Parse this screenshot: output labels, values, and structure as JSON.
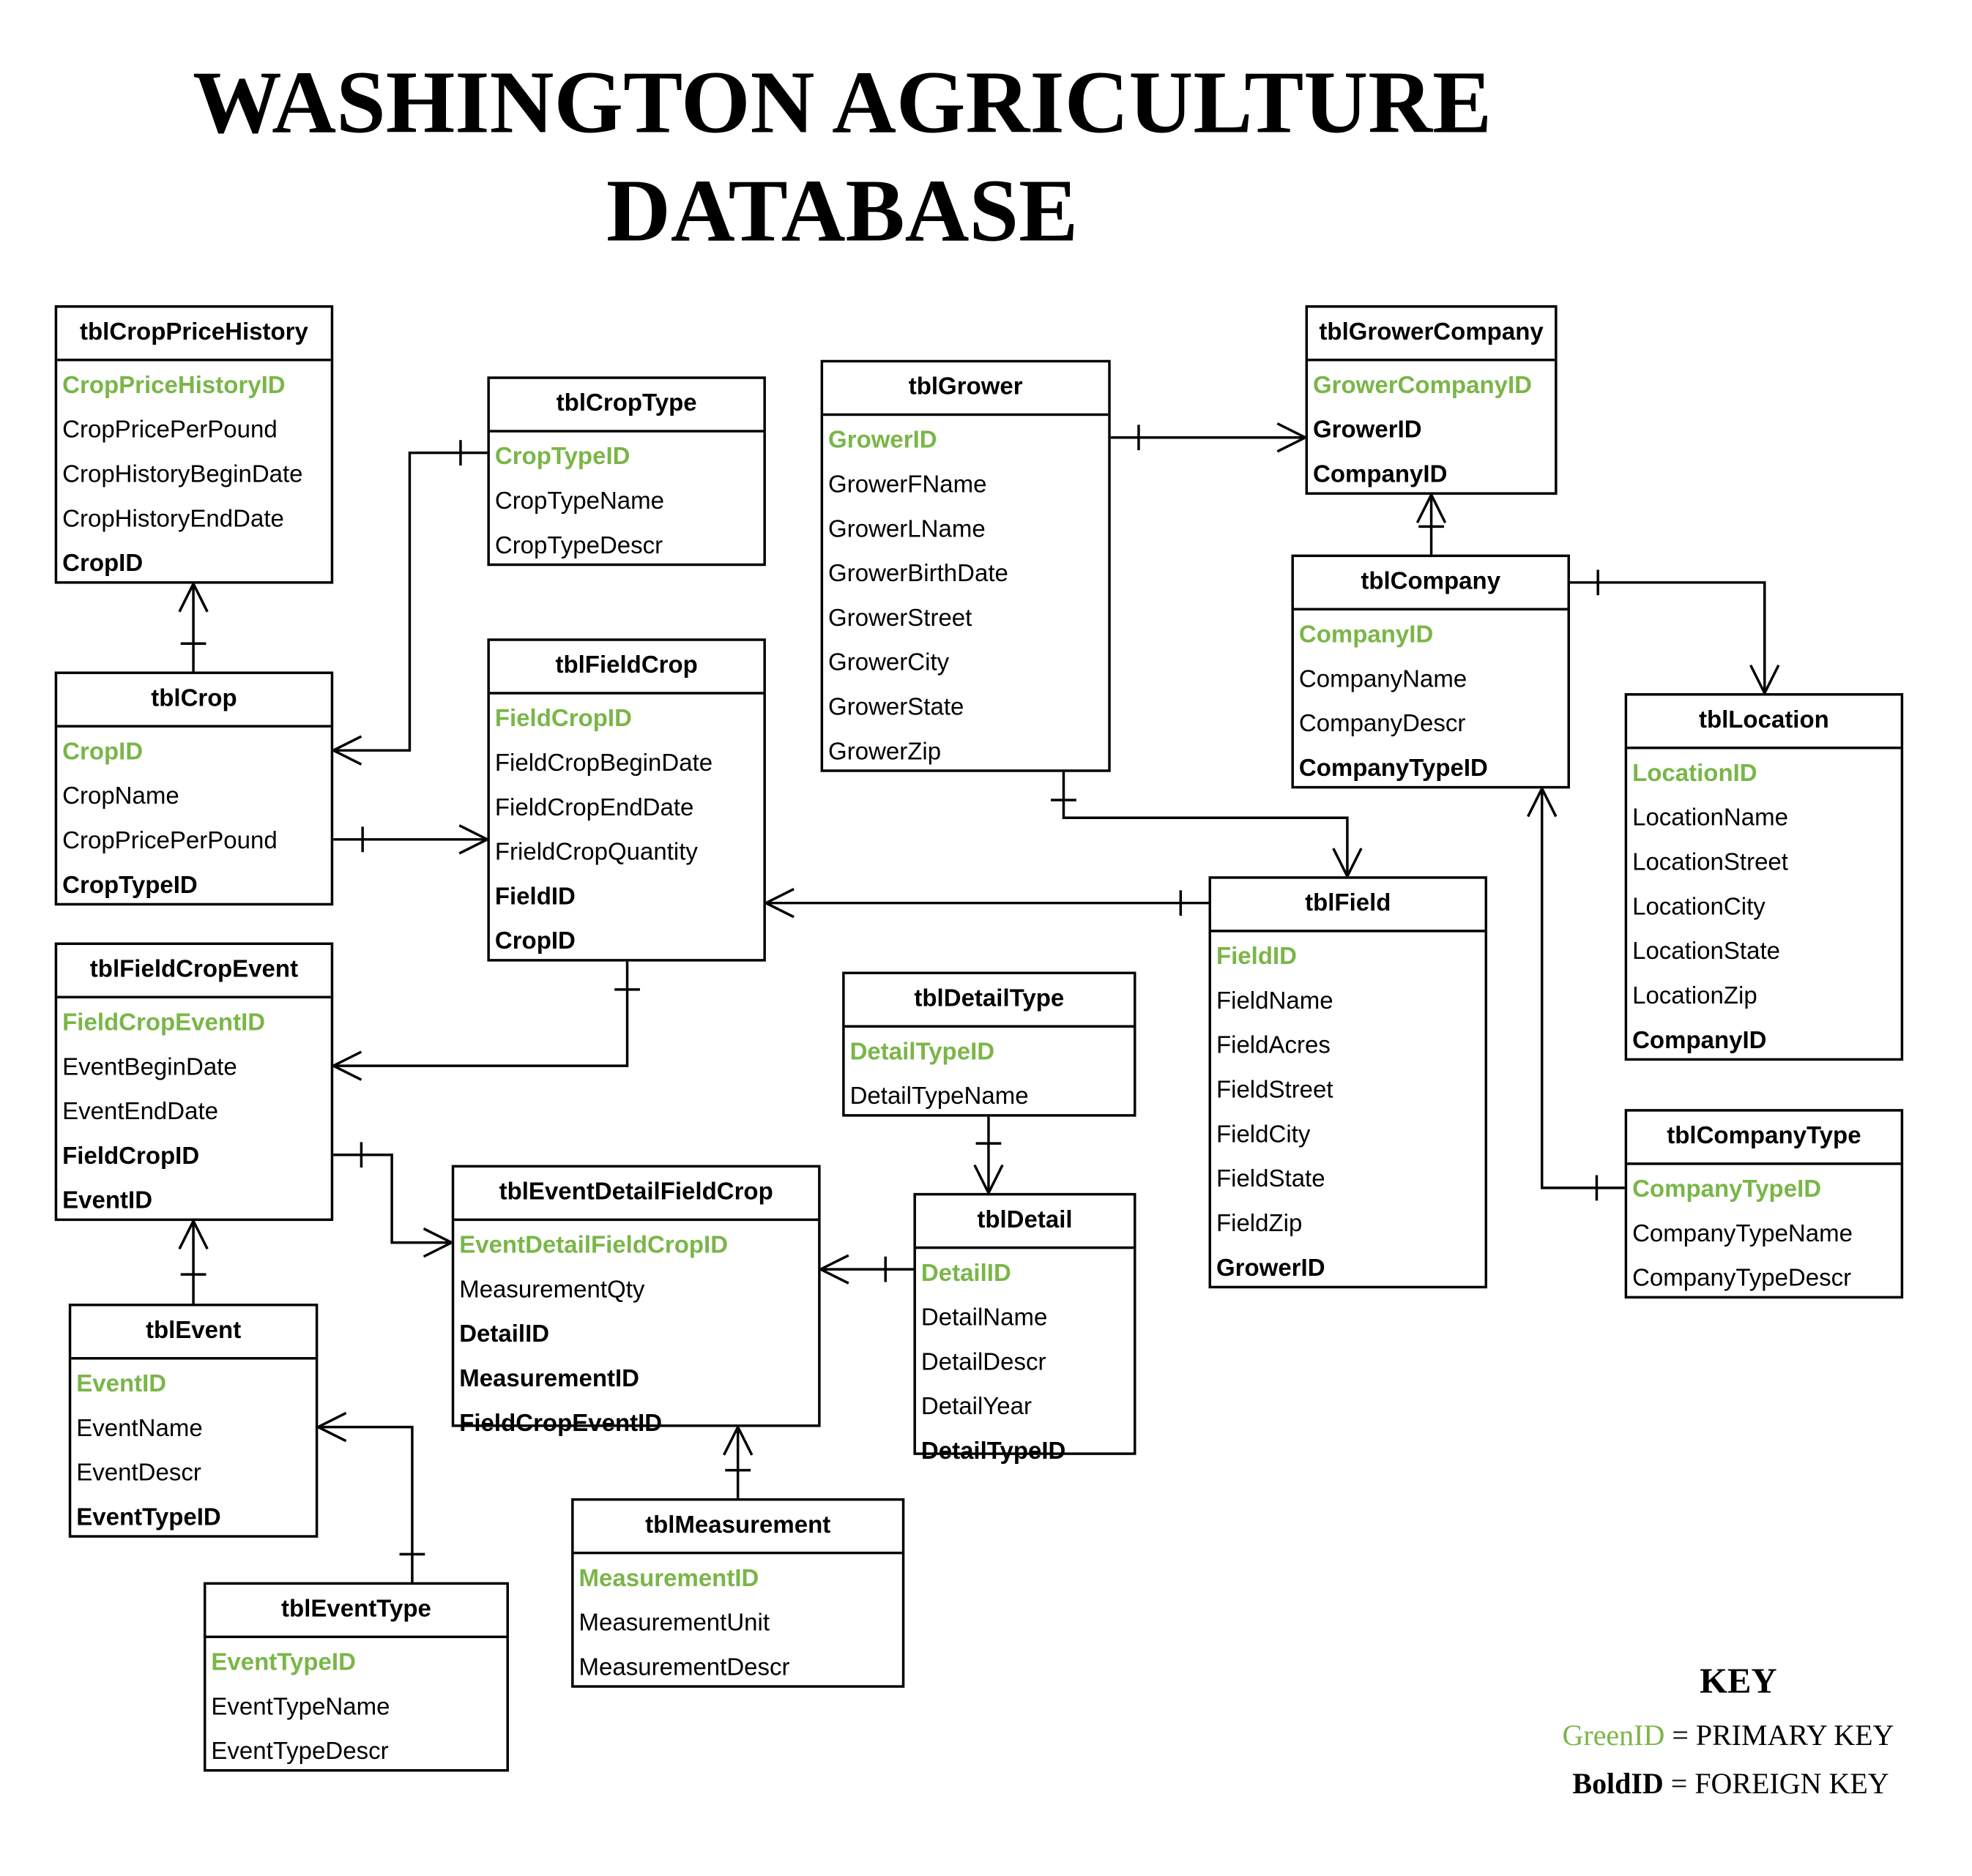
{
  "title": {
    "line1": "WASHINGTON AGRICULTURE",
    "line2": "DATABASE"
  },
  "tables": {
    "tblCropPriceHistory": {
      "name": "tblCropPriceHistory",
      "fields": [
        {
          "name": "CropPriceHistoryID",
          "key": "primary"
        },
        {
          "name": "CropPricePerPound",
          "key": "none"
        },
        {
          "name": "CropHistoryBeginDate",
          "key": "none"
        },
        {
          "name": "CropHistoryEndDate",
          "key": "none"
        },
        {
          "name": "CropID",
          "key": "foreign"
        }
      ]
    },
    "tblCropType": {
      "name": "tblCropType",
      "fields": [
        {
          "name": "CropTypeID",
          "key": "primary"
        },
        {
          "name": "CropTypeName",
          "key": "none"
        },
        {
          "name": "CropTypeDescr",
          "key": "none"
        }
      ]
    },
    "tblGrower": {
      "name": "tblGrower",
      "fields": [
        {
          "name": "GrowerID",
          "key": "primary"
        },
        {
          "name": "GrowerFName",
          "key": "none"
        },
        {
          "name": "GrowerLName",
          "key": "none"
        },
        {
          "name": "GrowerBirthDate",
          "key": "none"
        },
        {
          "name": "GrowerStreet",
          "key": "none"
        },
        {
          "name": "GrowerCity",
          "key": "none"
        },
        {
          "name": "GrowerState",
          "key": "none"
        },
        {
          "name": "GrowerZip",
          "key": "none"
        }
      ]
    },
    "tblGrowerCompany": {
      "name": "tblGrowerCompany",
      "fields": [
        {
          "name": "GrowerCompanyID",
          "key": "primary"
        },
        {
          "name": "GrowerID",
          "key": "foreign"
        },
        {
          "name": "CompanyID",
          "key": "foreign"
        }
      ]
    },
    "tblCompany": {
      "name": "tblCompany",
      "fields": [
        {
          "name": "CompanyID",
          "key": "primary"
        },
        {
          "name": "CompanyName",
          "key": "none"
        },
        {
          "name": "CompanyDescr",
          "key": "none"
        },
        {
          "name": "CompanyTypeID",
          "key": "foreign"
        }
      ]
    },
    "tblLocation": {
      "name": "tblLocation",
      "fields": [
        {
          "name": "LocationID",
          "key": "primary"
        },
        {
          "name": "LocationName",
          "key": "none"
        },
        {
          "name": "LocationStreet",
          "key": "none"
        },
        {
          "name": "LocationCity",
          "key": "none"
        },
        {
          "name": "LocationState",
          "key": "none"
        },
        {
          "name": "LocationZip",
          "key": "none"
        },
        {
          "name": "CompanyID",
          "key": "foreign"
        }
      ]
    },
    "tblCrop": {
      "name": "tblCrop",
      "fields": [
        {
          "name": "CropID",
          "key": "primary"
        },
        {
          "name": "CropName",
          "key": "none"
        },
        {
          "name": "CropPricePerPound",
          "key": "none"
        },
        {
          "name": "CropTypeID",
          "key": "foreign"
        }
      ]
    },
    "tblFieldCrop": {
      "name": "tblFieldCrop",
      "fields": [
        {
          "name": "FieldCropID",
          "key": "primary"
        },
        {
          "name": "FieldCropBeginDate",
          "key": "none"
        },
        {
          "name": "FieldCropEndDate",
          "key": "none"
        },
        {
          "name": "FrieldCropQuantity",
          "key": "none"
        },
        {
          "name": "FieldID",
          "key": "foreign"
        },
        {
          "name": "CropID",
          "key": "foreign"
        }
      ]
    },
    "tblField": {
      "name": "tblField",
      "fields": [
        {
          "name": "FieldID",
          "key": "primary"
        },
        {
          "name": "FieldName",
          "key": "none"
        },
        {
          "name": "FieldAcres",
          "key": "none"
        },
        {
          "name": "FieldStreet",
          "key": "none"
        },
        {
          "name": "FieldCity",
          "key": "none"
        },
        {
          "name": "FieldState",
          "key": "none"
        },
        {
          "name": "FieldZip",
          "key": "none"
        },
        {
          "name": "GrowerID",
          "key": "foreign"
        }
      ]
    },
    "tblFieldCropEvent": {
      "name": "tblFieldCropEvent",
      "fields": [
        {
          "name": "FieldCropEventID",
          "key": "primary"
        },
        {
          "name": "EventBeginDate",
          "key": "none"
        },
        {
          "name": "EventEndDate",
          "key": "none"
        },
        {
          "name": "FieldCropID",
          "key": "foreign"
        },
        {
          "name": "EventID",
          "key": "foreign"
        }
      ]
    },
    "tblDetailType": {
      "name": "tblDetailType",
      "fields": [
        {
          "name": "DetailTypeID",
          "key": "primary"
        },
        {
          "name": "DetailTypeName",
          "key": "none"
        }
      ]
    },
    "tblCompanyType": {
      "name": "tblCompanyType",
      "fields": [
        {
          "name": "CompanyTypeID",
          "key": "primary"
        },
        {
          "name": "CompanyTypeName",
          "key": "none"
        },
        {
          "name": "CompanyTypeDescr",
          "key": "none"
        }
      ]
    },
    "tblEventDetailFieldCrop": {
      "name": "tblEventDetailFieldCrop",
      "fields": [
        {
          "name": "EventDetailFieldCropID",
          "key": "primary"
        },
        {
          "name": "MeasurementQty",
          "key": "none"
        },
        {
          "name": "DetailID",
          "key": "foreign"
        },
        {
          "name": "MeasurementID",
          "key": "foreign"
        },
        {
          "name": "FieldCropEventID",
          "key": "foreign"
        }
      ]
    },
    "tblDetail": {
      "name": "tblDetail",
      "fields": [
        {
          "name": "DetailID",
          "key": "primary"
        },
        {
          "name": "DetailName",
          "key": "none"
        },
        {
          "name": "DetailDescr",
          "key": "none"
        },
        {
          "name": "DetailYear",
          "key": "none"
        },
        {
          "name": "DetailTypeID",
          "key": "foreign"
        }
      ]
    },
    "tblEvent": {
      "name": "tblEvent",
      "fields": [
        {
          "name": "EventID",
          "key": "primary"
        },
        {
          "name": "EventName",
          "key": "none"
        },
        {
          "name": "EventDescr",
          "key": "none"
        },
        {
          "name": "EventTypeID",
          "key": "foreign"
        }
      ]
    },
    "tblMeasurement": {
      "name": "tblMeasurement",
      "fields": [
        {
          "name": "MeasurementID",
          "key": "primary"
        },
        {
          "name": "MeasurementUnit",
          "key": "none"
        },
        {
          "name": "MeasurementDescr",
          "key": "none"
        }
      ]
    },
    "tblEventType": {
      "name": "tblEventType",
      "fields": [
        {
          "name": "EventTypeID",
          "key": "primary"
        },
        {
          "name": "EventTypeName",
          "key": "none"
        },
        {
          "name": "EventTypeDescr",
          "key": "none"
        }
      ]
    }
  },
  "relationships": [
    {
      "one": "tblCrop",
      "many": "tblCropPriceHistory"
    },
    {
      "one": "tblCropType",
      "many": "tblCrop"
    },
    {
      "one": "tblCrop",
      "many": "tblFieldCrop"
    },
    {
      "one": "tblField",
      "many": "tblFieldCrop"
    },
    {
      "one": "tblGrower",
      "many": "tblGrowerCompany"
    },
    {
      "one": "tblCompany",
      "many": "tblGrowerCompany"
    },
    {
      "one": "tblCompany",
      "many": "tblLocation"
    },
    {
      "one": "tblCompanyType",
      "many": "tblCompany"
    },
    {
      "one": "tblGrower",
      "many": "tblField"
    },
    {
      "one": "tblFieldCrop",
      "many": "tblFieldCropEvent"
    },
    {
      "one": "tblFieldCropEvent",
      "many": "tblEventDetailFieldCrop"
    },
    {
      "one": "tblEvent",
      "many": "tblFieldCropEvent"
    },
    {
      "one": "tblEventType",
      "many": "tblEvent"
    },
    {
      "one": "tblDetail",
      "many": "tblEventDetailFieldCrop"
    },
    {
      "one": "tblDetailType",
      "many": "tblDetail"
    },
    {
      "one": "tblMeasurement",
      "many": "tblEventDetailFieldCrop"
    }
  ],
  "key": {
    "title": "KEY",
    "primary_sample": "GreenID",
    "primary_text": " =  PRIMARY KEY",
    "foreign_sample": "BoldID",
    "foreign_text": " = FOREIGN KEY"
  },
  "colors": {
    "primary_key": "#7ab648",
    "line": "#000000"
  }
}
